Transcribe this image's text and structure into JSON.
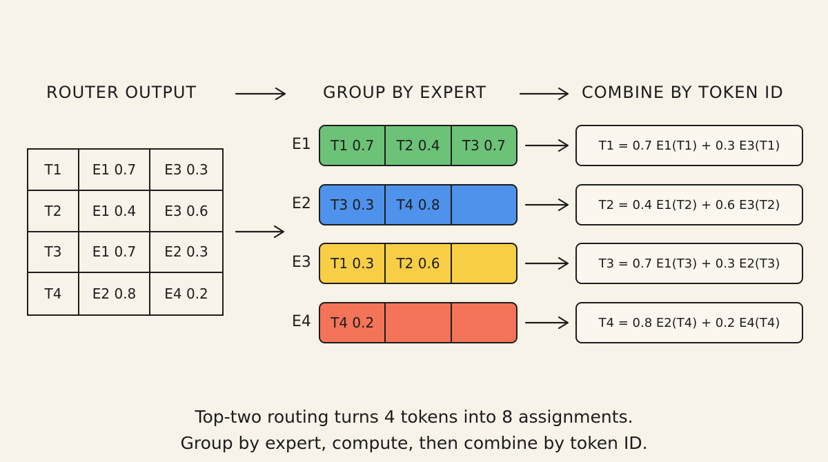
{
  "headings": {
    "router": "ROUTER OUTPUT",
    "group": "GROUP BY EXPERT",
    "combine": "COMBINE BY TOKEN ID"
  },
  "router_table": [
    [
      "T1",
      "E1 0.7",
      "E3 0.3"
    ],
    [
      "T2",
      "E1 0.4",
      "E3 0.6"
    ],
    [
      "T3",
      "E1 0.7",
      "E2 0.3"
    ],
    [
      "T4",
      "E2 0.8",
      "E4 0.2"
    ]
  ],
  "experts": [
    {
      "label": "E1",
      "color": "#6cc276",
      "slots": [
        "T1 0.7",
        "T2 0.4",
        "T3 0.7"
      ]
    },
    {
      "label": "E2",
      "color": "#4e92ec",
      "slots": [
        "T3 0.3",
        "T4 0.8",
        ""
      ]
    },
    {
      "label": "E3",
      "color": "#f7ce45",
      "slots": [
        "T1 0.3",
        "T2 0.6",
        ""
      ]
    },
    {
      "label": "E4",
      "color": "#f37458",
      "slots": [
        "T4 0.2",
        "",
        ""
      ]
    }
  ],
  "combine": [
    "T1 = 0.7 E1(T1) + 0.3 E3(T1)",
    "T2 = 0.4 E1(T2) + 0.6 E3(T2)",
    "T3 = 0.7 E1(T3) + 0.3 E2(T3)",
    "T4 = 0.8 E2(T4) + 0.2 E4(T4)"
  ],
  "caption": {
    "line1": "Top-two routing turns 4 tokens into 8 assignments.",
    "line2": "Group by expert, compute, then combine by token ID."
  }
}
